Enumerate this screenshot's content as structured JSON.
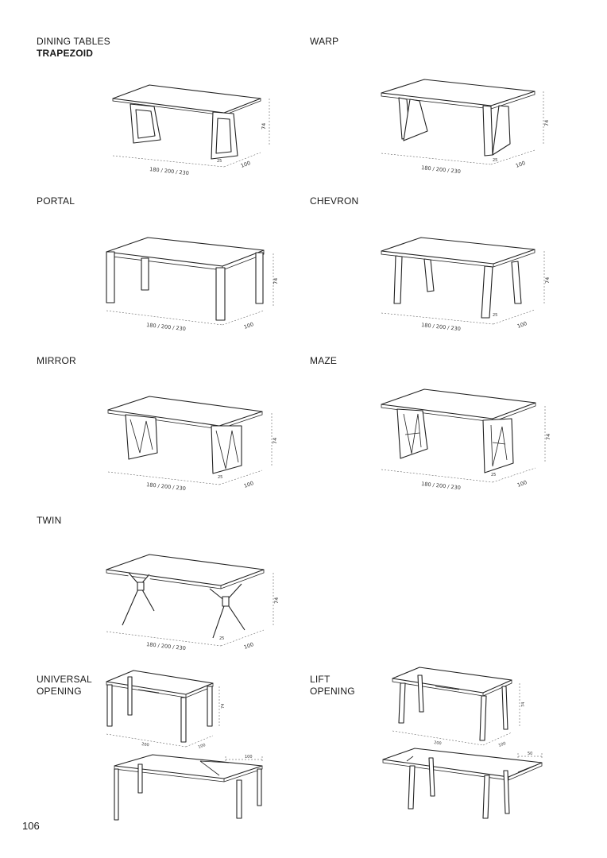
{
  "page": {
    "number": "106"
  },
  "sections": [
    {
      "id": "trapezoid",
      "line1": "DINING TABLES",
      "line2": "TRAPEZOID",
      "dims": {
        "length": "180 / 200 / 230",
        "depth": "100",
        "height": "74",
        "leg": "25"
      }
    },
    {
      "id": "warp",
      "line1": "WARP",
      "line2": "",
      "dims": {
        "length": "180 / 200 / 230",
        "depth": "100",
        "height": "74",
        "leg": "25"
      }
    },
    {
      "id": "portal",
      "line1": "PORTAL",
      "line2": "",
      "dims": {
        "length": "180 / 200 / 230",
        "depth": "100",
        "height": "74",
        "leg": ""
      }
    },
    {
      "id": "chevron",
      "line1": "CHEVRON",
      "line2": "",
      "dims": {
        "length": "180 / 200 / 230",
        "depth": "100",
        "height": "74",
        "leg": "25"
      }
    },
    {
      "id": "mirror",
      "line1": "MIRROR",
      "line2": "",
      "dims": {
        "length": "180 / 200 / 230",
        "depth": "100",
        "height": "74",
        "leg": "25"
      }
    },
    {
      "id": "maze",
      "line1": "MAZE",
      "line2": "",
      "dims": {
        "length": "180 / 200 / 230",
        "depth": "100",
        "height": "74",
        "leg": "25"
      }
    },
    {
      "id": "twin",
      "line1": "TWIN",
      "line2": "",
      "dims": {
        "length": "180 / 200 / 230",
        "depth": "100",
        "height": "74",
        "leg": "25"
      }
    },
    {
      "id": "universal",
      "line1": "UNIVERSAL",
      "line2": "OPENING",
      "dims": {
        "length": "200",
        "depth": "100",
        "height": "74",
        "extension": "100"
      }
    },
    {
      "id": "lift",
      "line1": "LIFT",
      "line2": "OPENING",
      "dims": {
        "length": "200",
        "depth": "100",
        "height": "74",
        "extension": "50"
      }
    }
  ]
}
